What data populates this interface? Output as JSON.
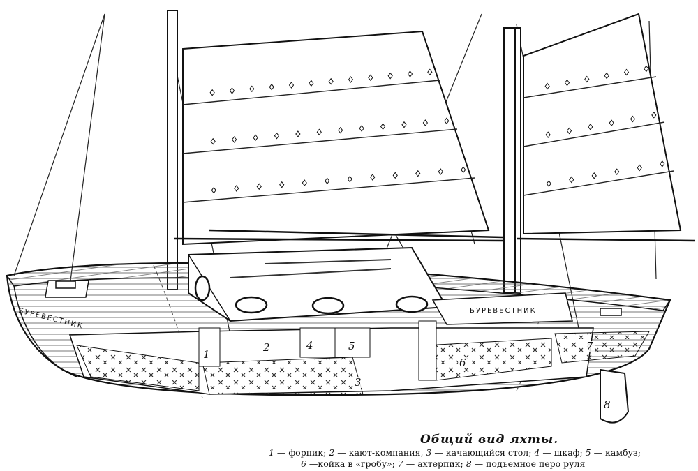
{
  "hull": {
    "name_bow": "БУРЕВЕСТНИК",
    "name_cabin": "БУРЕВЕСТНИК"
  },
  "callouts": [
    {
      "id": "1",
      "label": "1"
    },
    {
      "id": "2",
      "label": "2"
    },
    {
      "id": "3",
      "label": "3"
    },
    {
      "id": "4",
      "label": "4"
    },
    {
      "id": "5",
      "label": "5"
    },
    {
      "id": "6",
      "label": "6"
    },
    {
      "id": "7",
      "label": "7"
    },
    {
      "id": "8",
      "label": "8"
    }
  ],
  "caption": {
    "title": "Общий вид яхты.",
    "legend": [
      {
        "num": "1",
        "text": " — форпик; "
      },
      {
        "num": "2",
        "text": " — кают-компания, "
      },
      {
        "num": "3",
        "text": " — качающийся стол; "
      },
      {
        "num": "4",
        "text": " — шкаф; "
      },
      {
        "num": "5",
        "text": " — камбуз;"
      },
      {
        "num": "6",
        "text": " —койка в «гробу»; "
      },
      {
        "num": "7",
        "text": " — ахтерпик; "
      },
      {
        "num": "8",
        "text": " — подъемное перо руля"
      }
    ]
  },
  "colors": {
    "ink": "#111111",
    "paper": "#ffffff",
    "hatch": "#555555"
  }
}
